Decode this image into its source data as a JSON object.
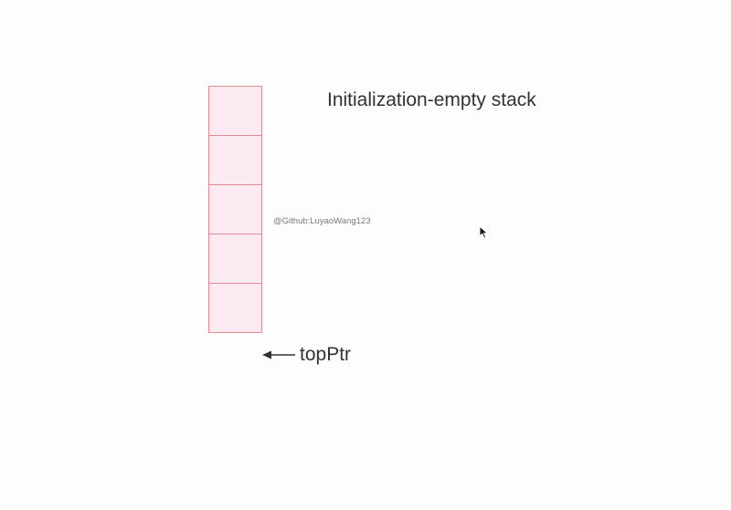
{
  "diagram": {
    "title": "Initialization-empty stack",
    "watermark": "@Github:LuyaoWang123",
    "pointer_label": "topPtr",
    "stack_cells": 5,
    "colors": {
      "cell_fill": "#fbeaf2",
      "cell_border": "#e08c92",
      "text": "#333333",
      "arrow": "#333333"
    },
    "icons": {
      "arrow": "left-arrow-icon",
      "cursor": "mouse-cursor-icon"
    }
  }
}
